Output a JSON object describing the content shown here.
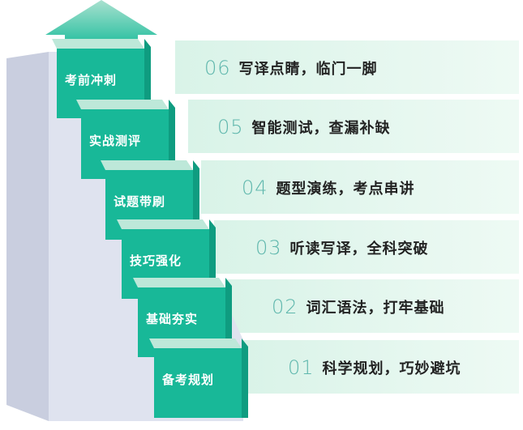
{
  "colors": {
    "step_front": "#18b898",
    "step_top": "#bde8d9",
    "arrow_top": "#a9e1cf",
    "arrow_bottom": "#36c3a5",
    "band_left": "#d9f3e8",
    "band_right": "#eefaf4",
    "stair_wall": "#dfe3ef",
    "stair_side": "#c9cedf",
    "number_color": "#5fb7ad",
    "text_color": "#222222"
  },
  "stages": [
    {
      "level": 1,
      "step_label": "备考规划",
      "number": "01",
      "slogan": "科学规划，巧妙避坑"
    },
    {
      "level": 2,
      "step_label": "基础夯实",
      "number": "02",
      "slogan": "词汇语法，打牢基础"
    },
    {
      "level": 3,
      "step_label": "技巧强化",
      "number": "03",
      "slogan": "听读写译，全科突破"
    },
    {
      "level": 4,
      "step_label": "试题带刷",
      "number": "04",
      "slogan": "题型演练，考点串讲"
    },
    {
      "level": 5,
      "step_label": "实战测评",
      "number": "05",
      "slogan": "智能测试，查漏补缺"
    },
    {
      "level": 6,
      "step_label": "考前冲刺",
      "number": "06",
      "slogan": "写译点睛，临门一脚"
    }
  ]
}
